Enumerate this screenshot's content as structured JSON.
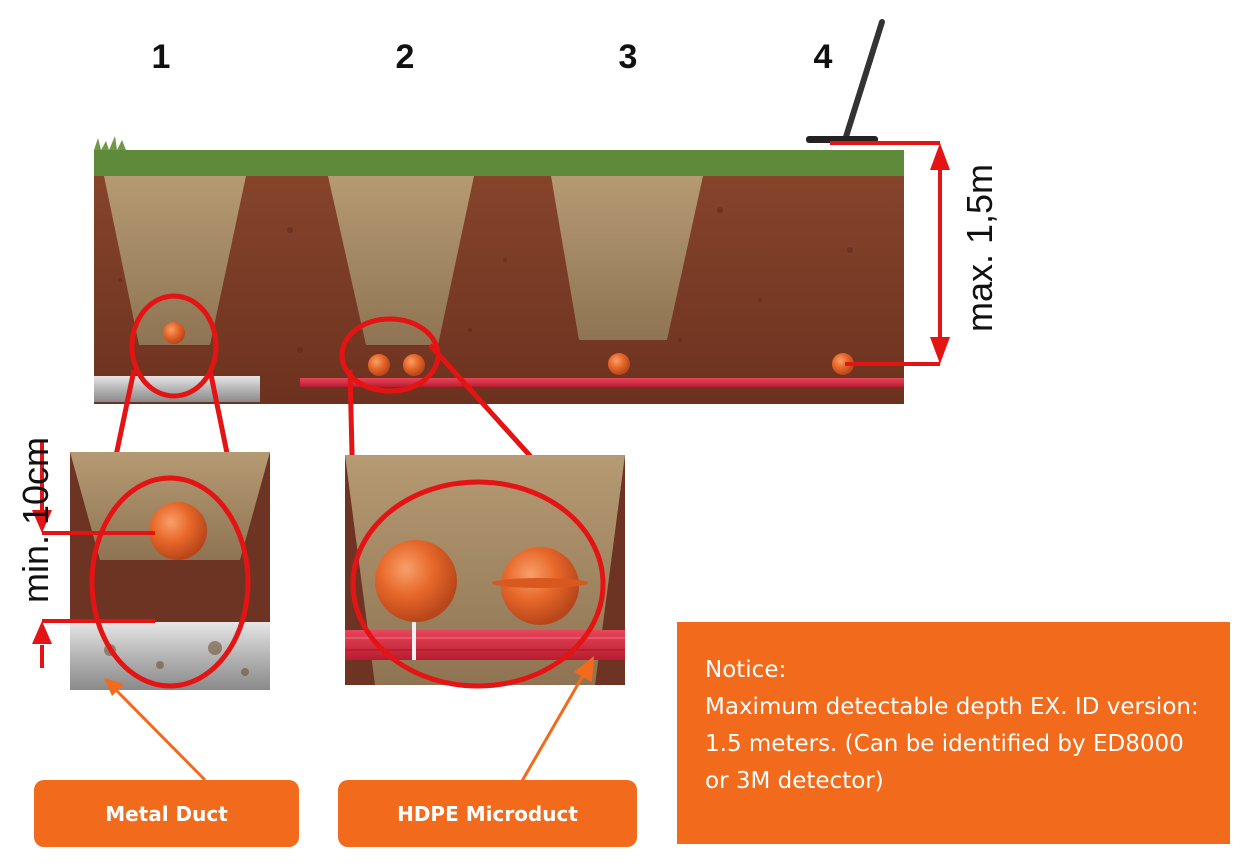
{
  "columns": [
    "1",
    "2",
    "3",
    "4"
  ],
  "depth_labels": {
    "max": "max. 1,5m",
    "min": "min. 10cm"
  },
  "tags": {
    "metal_duct": "Metal Duct",
    "hdpe_microduct": "HDPE Microduct"
  },
  "notice": {
    "title": "Notice:",
    "body": "Maximum detectable depth EX. ID version: 1.5 meters. (Can be identified by ED8000 or 3M detector)"
  },
  "colors": {
    "soil": "#7b3a24",
    "trench_fill": "#a68b66",
    "grass": "#5f8a3a",
    "marker_ball": "#e8682a",
    "microduct": "#d8283f",
    "annotation_red": "#e41414",
    "tag_orange": "#f26a1b",
    "metal_duct": "#b8b8b8"
  }
}
